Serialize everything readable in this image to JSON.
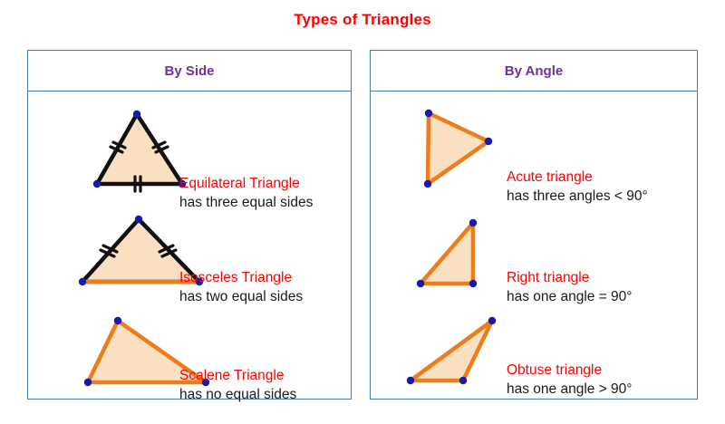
{
  "title": "Types of Triangles",
  "colors": {
    "title": "#ff0000",
    "header": "#7030a0",
    "panel_border": "#4a7ba4",
    "triangle_fill": "#fbdfc1",
    "triangle_stroke_orange": "#ed7d1b",
    "triangle_stroke_black": "#111111",
    "vertex_dot": "#1a1aa8",
    "label_name": "#ff0000",
    "label_desc": "#1a1a1a"
  },
  "panels": [
    {
      "id": "by-side",
      "header": "By Side",
      "rows": [
        {
          "name": "Equilateral Triangle",
          "description": "has three equal sides",
          "shape": "equilateral-triangle",
          "tick_marks": "double"
        },
        {
          "name": "Isosceles Triangle",
          "description": "has two equal sides",
          "shape": "isosceles-triangle",
          "tick_marks": "double"
        },
        {
          "name": "Scalene Triangle",
          "description": "has no equal sides",
          "shape": "scalene-triangle",
          "tick_marks": "none"
        }
      ]
    },
    {
      "id": "by-angle",
      "header": "By Angle",
      "rows": [
        {
          "name": "Acute triangle",
          "description": "has three angles < 90°",
          "shape": "acute-triangle",
          "tick_marks": "none"
        },
        {
          "name": "Right triangle",
          "description": "has one angle = 90°",
          "shape": "right-triangle",
          "tick_marks": "none"
        },
        {
          "name": "Obtuse triangle",
          "description": "has one angle > 90°",
          "shape": "obtuse-triangle",
          "tick_marks": "none"
        }
      ]
    }
  ]
}
